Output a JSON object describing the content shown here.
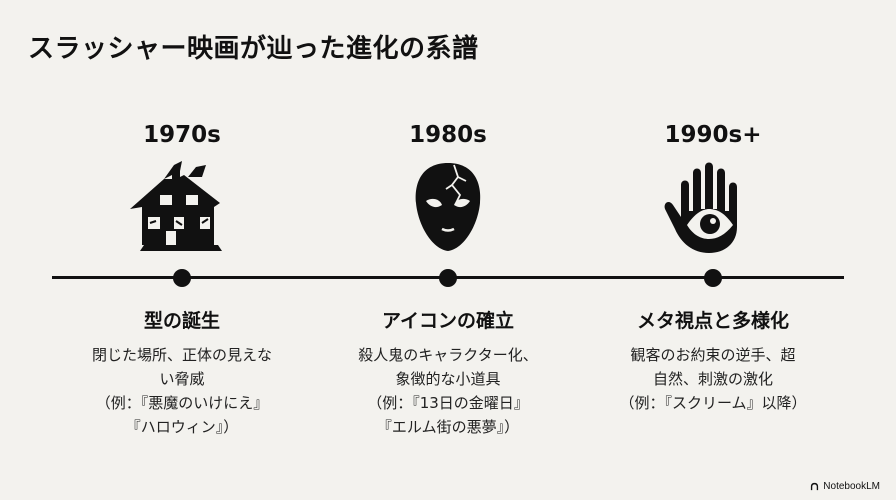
{
  "title": "スラッシャー映画が辿った進化の系譜",
  "stages": [
    {
      "era": "1970s",
      "icon": "haunted-house-icon",
      "heading": "型の誕生",
      "description": "閉じた場所、正体の見えな\nい脅威\n（例：『悪魔のいけにえ』\n『ハロウィン』）"
    },
    {
      "era": "1980s",
      "icon": "cracked-mask-icon",
      "heading": "アイコンの確立",
      "description": "殺人鬼のキャラクター化、\n象徴的な小道具\n（例：『13日の金曜日』\n『エルム街の悪夢』）"
    },
    {
      "era": "1990s+",
      "icon": "eye-hand-icon",
      "heading": "メタ視点と多様化",
      "description": "観客のお約束の逆手、超\n自然、刺激の激化\n（例：『スクリーム』以降）"
    }
  ],
  "footer": {
    "brand": "NotebookLM"
  },
  "colors": {
    "background": "#f3f2ee",
    "ink": "#111111"
  }
}
